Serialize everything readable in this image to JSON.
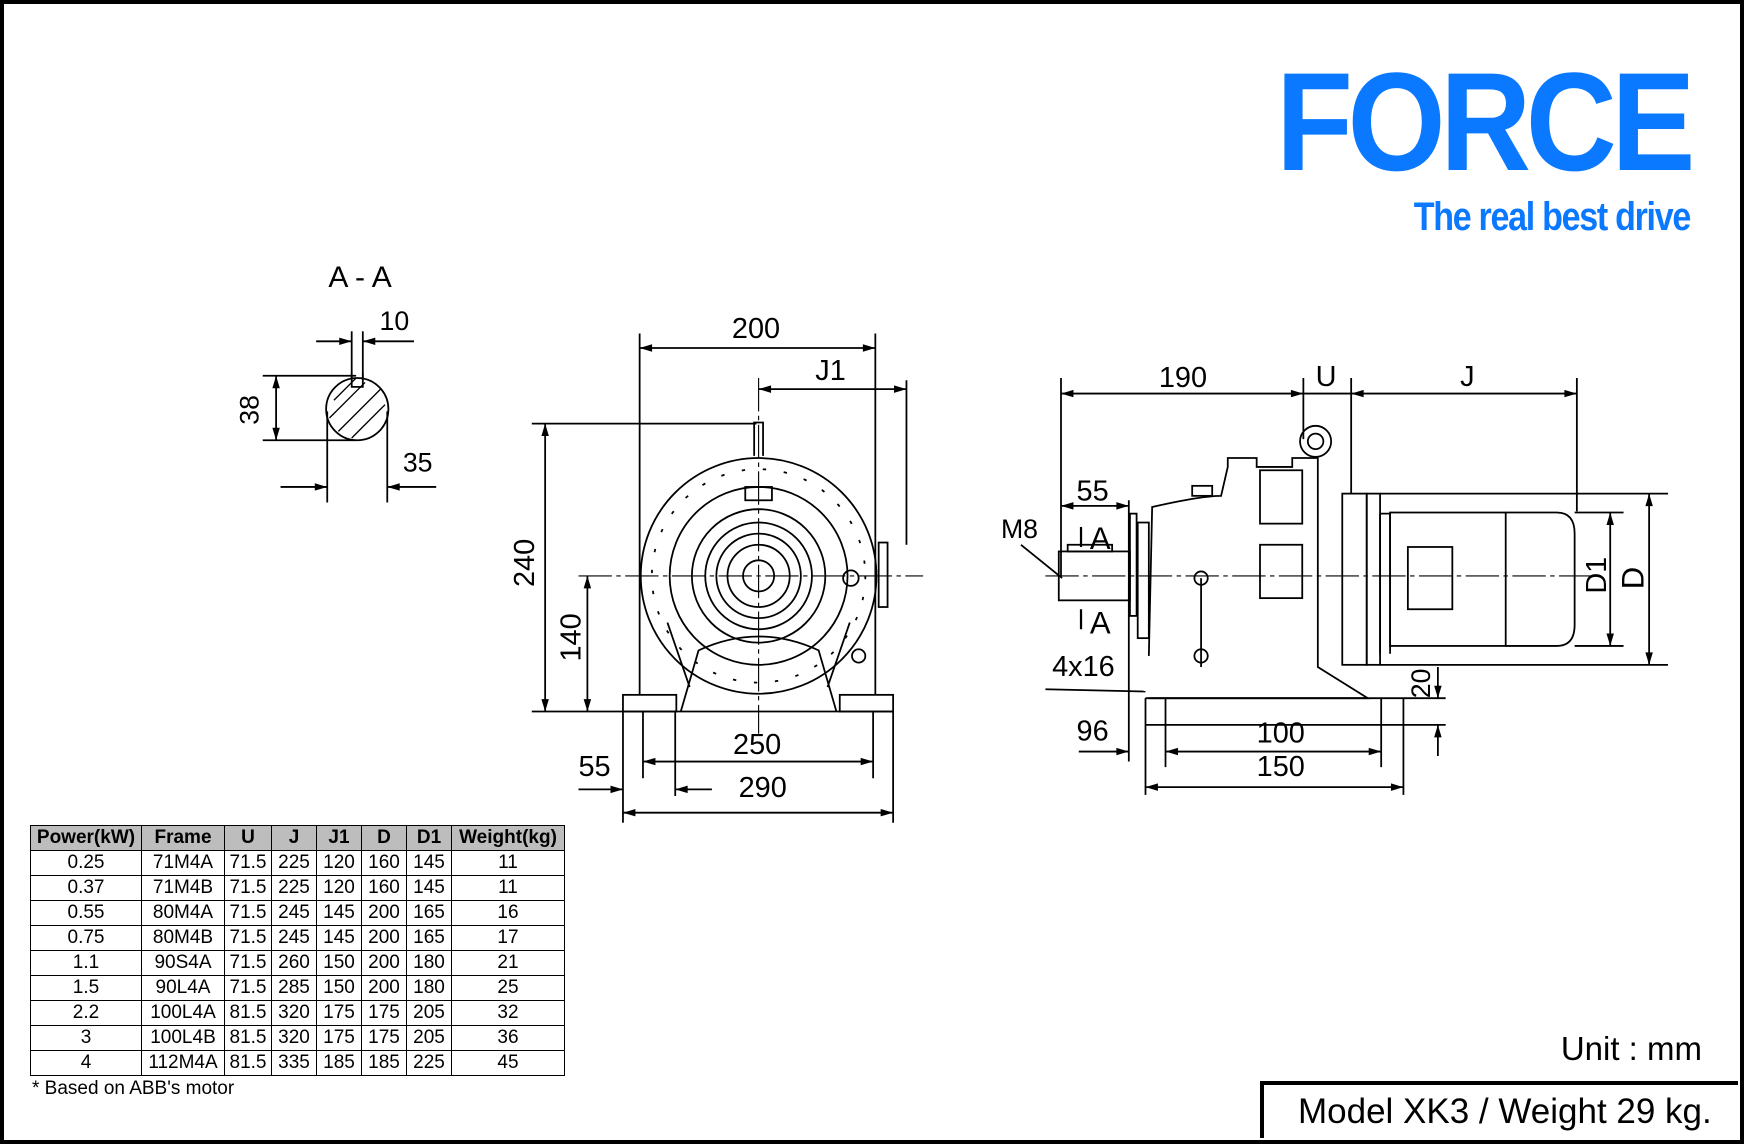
{
  "logo": {
    "brand": "FORCE",
    "tagline": "The real best drive",
    "color": "#0a78ff"
  },
  "section": {
    "title": "A - A",
    "dim_key": "10",
    "dim_height": "38",
    "dim_diameter": "35"
  },
  "front_view": {
    "width_top": "200",
    "j1": "J1",
    "height_total": "240",
    "shaft_height": "140",
    "foot_inner": "250",
    "foot_outer": "290",
    "foot_width": "55"
  },
  "side_view": {
    "length": "190",
    "u": "U",
    "j": "J",
    "shaft_len": "55",
    "thread": "M8",
    "section_mark_top": "A",
    "section_mark_bottom": "A",
    "holes": "4x16",
    "offset": "96",
    "base_inner": "100",
    "base_outer": "150",
    "base_thick": "20",
    "d1": "D1",
    "d": "D"
  },
  "table": {
    "headers": [
      "Power(kW)",
      "Frame",
      "U",
      "J",
      "J1",
      "D",
      "D1",
      "Weight(kg)"
    ],
    "rows": [
      [
        "0.25",
        "71M4A",
        "71.5",
        "225",
        "120",
        "160",
        "145",
        "11"
      ],
      [
        "0.37",
        "71M4B",
        "71.5",
        "225",
        "120",
        "160",
        "145",
        "11"
      ],
      [
        "0.55",
        "80M4A",
        "71.5",
        "245",
        "145",
        "200",
        "165",
        "16"
      ],
      [
        "0.75",
        "80M4B",
        "71.5",
        "245",
        "145",
        "200",
        "165",
        "17"
      ],
      [
        "1.1",
        "90S4A",
        "71.5",
        "260",
        "150",
        "200",
        "180",
        "21"
      ],
      [
        "1.5",
        "90L4A",
        "71.5",
        "285",
        "150",
        "200",
        "180",
        "25"
      ],
      [
        "2.2",
        "100L4A",
        "81.5",
        "320",
        "175",
        "175",
        "205",
        "32"
      ],
      [
        "3",
        "100L4B",
        "81.5",
        "320",
        "175",
        "175",
        "205",
        "36"
      ],
      [
        "4",
        "112M4A",
        "81.5",
        "335",
        "185",
        "185",
        "225",
        "45"
      ]
    ],
    "note": "* Based on ABB's motor"
  },
  "unit": "Unit : mm",
  "model": "Model XK3 / Weight 29 kg."
}
